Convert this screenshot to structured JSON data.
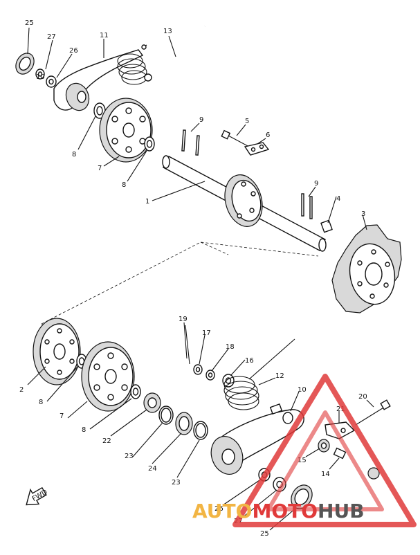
{
  "diagram": {
    "callouts": [
      {
        "id": "c25a",
        "text": "25"
      },
      {
        "id": "c27a",
        "text": "27"
      },
      {
        "id": "c11",
        "text": "11"
      },
      {
        "id": "c13",
        "text": "13"
      },
      {
        "id": "c26a",
        "text": "26"
      },
      {
        "id": "c10a",
        "text": "10"
      },
      {
        "id": "c8a",
        "text": "8"
      },
      {
        "id": "c7a",
        "text": "7"
      },
      {
        "id": "c8b",
        "text": "8"
      },
      {
        "id": "c9a",
        "text": "9"
      },
      {
        "id": "c5",
        "text": "5"
      },
      {
        "id": "c6",
        "text": "6"
      },
      {
        "id": "c1",
        "text": "1"
      },
      {
        "id": "c9b",
        "text": "9"
      },
      {
        "id": "c4",
        "text": "4"
      },
      {
        "id": "c3",
        "text": "3"
      },
      {
        "id": "c19",
        "text": "19"
      },
      {
        "id": "c17",
        "text": "17"
      },
      {
        "id": "c18",
        "text": "18"
      },
      {
        "id": "c16",
        "text": "16"
      },
      {
        "id": "c12",
        "text": "12"
      },
      {
        "id": "c10b",
        "text": "10"
      },
      {
        "id": "c20",
        "text": "20"
      },
      {
        "id": "c21",
        "text": "21"
      },
      {
        "id": "c2",
        "text": "2"
      },
      {
        "id": "c8c",
        "text": "8"
      },
      {
        "id": "c7b",
        "text": "7"
      },
      {
        "id": "c8d",
        "text": "8"
      },
      {
        "id": "c22",
        "text": "22"
      },
      {
        "id": "c23a",
        "text": "23"
      },
      {
        "id": "c24",
        "text": "24"
      },
      {
        "id": "c23b",
        "text": "23"
      },
      {
        "id": "c15",
        "text": "15"
      },
      {
        "id": "c14",
        "text": "14"
      },
      {
        "id": "c26b",
        "text": "26"
      },
      {
        "id": "c27b",
        "text": "27"
      },
      {
        "id": "c25b",
        "text": "25"
      }
    ],
    "front_marker": "FWD"
  },
  "watermark": {
    "part1": "AUTO",
    "part2": "MOTO",
    "part3": "HUB",
    "colors": {
      "auto": "#f2b544",
      "moto": "#e03a3a",
      "hub": "#555555",
      "triangle": "#e03a3a"
    }
  }
}
